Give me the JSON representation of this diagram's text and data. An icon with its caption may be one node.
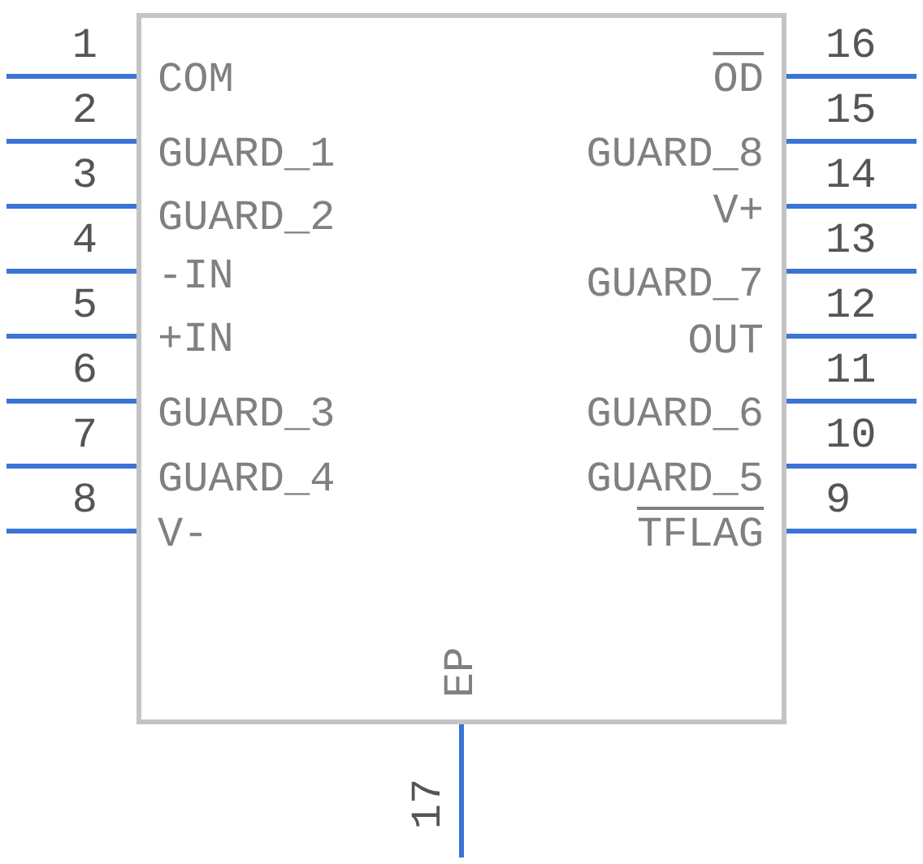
{
  "diagram": {
    "nodes": [
      {
        "text": [],
        "shape": "box"
      }
    ],
    "labels": [
      "1",
      "16",
      "COM",
      "OD",
      "2",
      "15",
      "GUARD_1",
      "GUARD_8",
      "3",
      "14",
      "GUARD_2",
      "V+",
      "4",
      "13",
      "-IN",
      "GUARD_7",
      "5",
      "12",
      "+IN",
      "OUT",
      "6",
      "11",
      "GUARD_3",
      "GUARD_6",
      "7",
      "10",
      "GUARD_4",
      "GUARD_5",
      "8",
      "9",
      "V-",
      "TFLAG",
      "EP",
      "17"
    ]
  }
}
